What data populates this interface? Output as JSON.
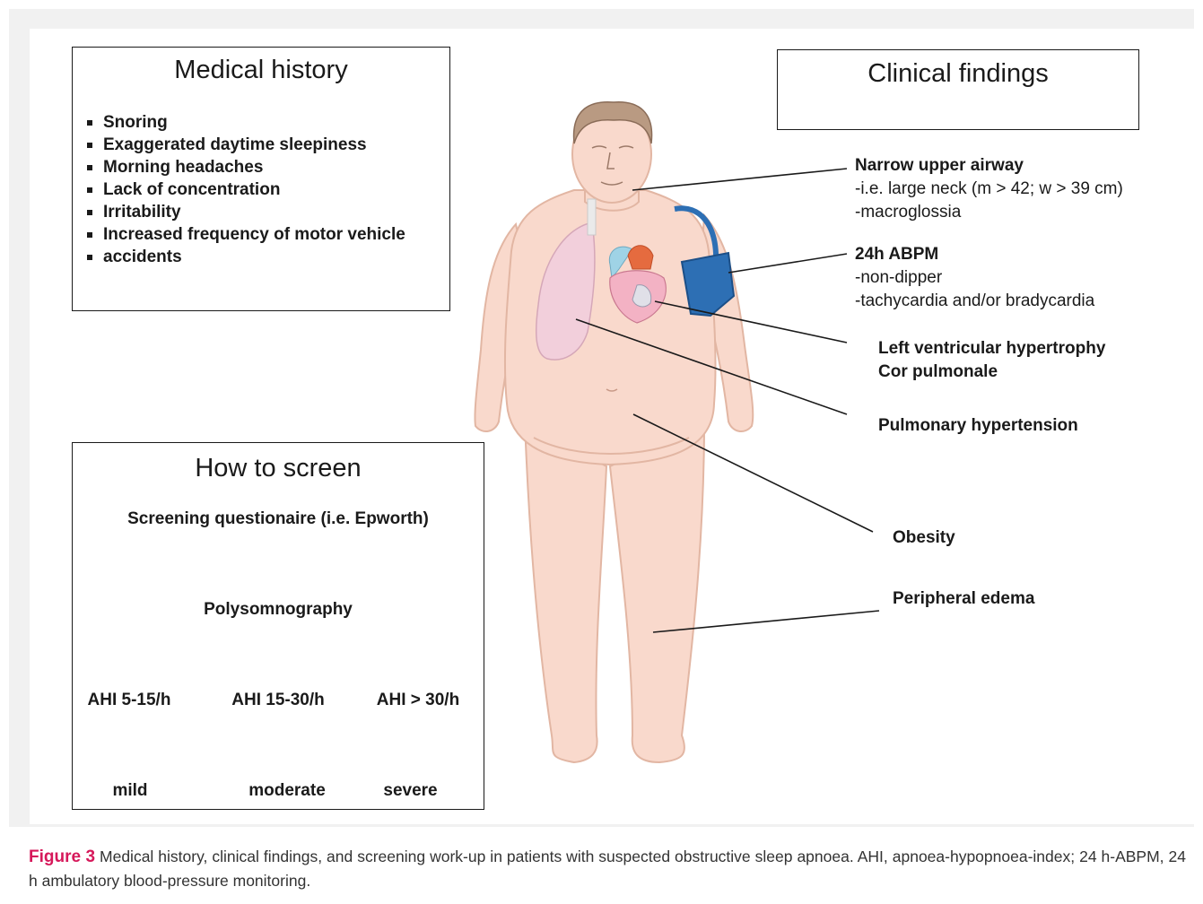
{
  "history": {
    "title": "Medical history",
    "items": [
      "Snoring",
      "Exaggerated daytime sleepiness",
      "Morning headaches",
      "Lack of concentration",
      "Irritability",
      "Increased frequency of motor vehicle",
      "accidents"
    ]
  },
  "findings": {
    "title": "Clinical findings",
    "airway_title": "Narrow upper airway",
    "airway_l1": "-i.e. large neck (m > 42; w > 39 cm)",
    "airway_l2": "-macroglossia",
    "abpm_title": "24h ABPM",
    "abpm_l1": "-non-dipper",
    "abpm_l2": "-tachycardia and/or bradycardia",
    "lvh": "Left ventricular hypertrophy",
    "cor": "Cor pulmonale",
    "pulm": "Pulmonary hypertension",
    "obesity": "Obesity",
    "edema": "Peripheral edema"
  },
  "screen": {
    "title": "How to screen",
    "questionnaire": "Screening questionaire (i.e. Epworth)",
    "psg": "Polysomnography",
    "ahi1": "AHI 5-15/h",
    "ahi2": "AHI 15-30/h",
    "ahi3": "AHI > 30/h",
    "mild": "mild",
    "moderate": "moderate",
    "severe": "severe"
  },
  "caption": {
    "label": "Figure 3",
    "text": " Medical history, clinical findings, and screening work-up in patients with suspected obstructive sleep apnoea. AHI, apnoea-hypopnoea-index; 24 h-ABPM, 24 h ambulatory blood-pressure monitoring."
  },
  "colors": {
    "skin": "#f9d9cc",
    "skin_edge": "#e2b6a3",
    "cuff": "#2d6fb4",
    "caption_label": "#d6185a"
  }
}
